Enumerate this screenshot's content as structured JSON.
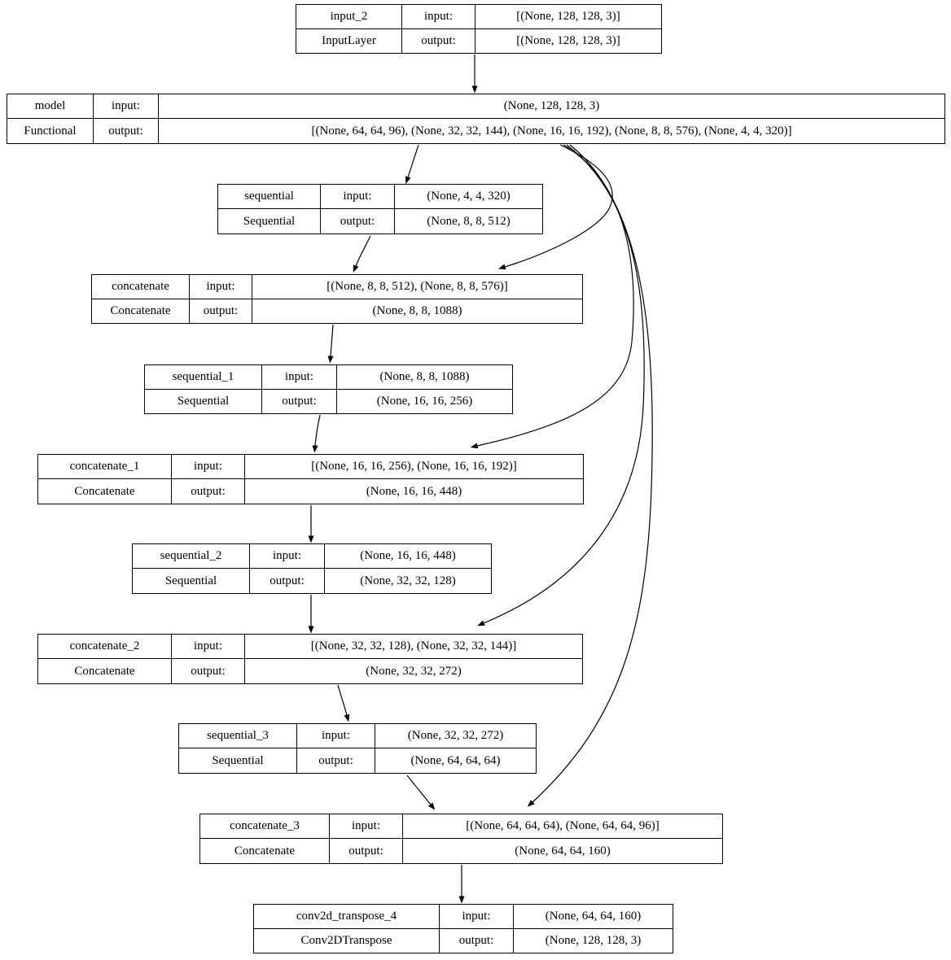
{
  "diagram": {
    "title": "keras-model-plot",
    "background_color": "#ffffff",
    "line_color": "#000000",
    "labels": {
      "input": "input:",
      "output": "output:"
    },
    "nodes": [
      {
        "name": "input_2",
        "type": "InputLayer",
        "input_label": "input:",
        "output_label": "output:",
        "input_shape": "[(None, 128, 128, 3)]",
        "output_shape": "[(None, 128, 128, 3)]"
      },
      {
        "name": "model",
        "type": "Functional",
        "input_label": "input:",
        "output_label": "output:",
        "input_shape": "(None, 128, 128, 3)",
        "output_shape": "[(None, 64, 64, 96), (None, 32, 32, 144), (None, 16, 16, 192), (None, 8, 8, 576), (None, 4, 4, 320)]"
      },
      {
        "name": "sequential",
        "type": "Sequential",
        "input_label": "input:",
        "output_label": "output:",
        "input_shape": "(None, 4, 4, 320)",
        "output_shape": "(None, 8, 8, 512)"
      },
      {
        "name": "concatenate",
        "type": "Concatenate",
        "input_label": "input:",
        "output_label": "output:",
        "input_shape": "[(None, 8, 8, 512), (None, 8, 8, 576)]",
        "output_shape": "(None, 8, 8, 1088)"
      },
      {
        "name": "sequential_1",
        "type": "Sequential",
        "input_label": "input:",
        "output_label": "output:",
        "input_shape": "(None, 8, 8, 1088)",
        "output_shape": "(None, 16, 16, 256)"
      },
      {
        "name": "concatenate_1",
        "type": "Concatenate",
        "input_label": "input:",
        "output_label": "output:",
        "input_shape": "[(None, 16, 16, 256), (None, 16, 16, 192)]",
        "output_shape": "(None, 16, 16, 448)"
      },
      {
        "name": "sequential_2",
        "type": "Sequential",
        "input_label": "input:",
        "output_label": "output:",
        "input_shape": "(None, 16, 16, 448)",
        "output_shape": "(None, 32, 32, 128)"
      },
      {
        "name": "concatenate_2",
        "type": "Concatenate",
        "input_label": "input:",
        "output_label": "output:",
        "input_shape": "[(None, 32, 32, 128), (None, 32, 32, 144)]",
        "output_shape": "(None, 32, 32, 272)"
      },
      {
        "name": "sequential_3",
        "type": "Sequential",
        "input_label": "input:",
        "output_label": "output:",
        "input_shape": "(None, 32, 32, 272)",
        "output_shape": "(None, 64, 64, 64)"
      },
      {
        "name": "concatenate_3",
        "type": "Concatenate",
        "input_label": "input:",
        "output_label": "output:",
        "input_shape": "[(None, 64, 64, 64), (None, 64, 64, 96)]",
        "output_shape": "(None, 64, 64, 160)"
      },
      {
        "name": "conv2d_transpose_4",
        "type": "Conv2DTranspose",
        "input_label": "input:",
        "output_label": "output:",
        "input_shape": "(None, 64, 64, 160)",
        "output_shape": "(None, 128, 128, 3)"
      }
    ],
    "edges": [
      {
        "from": "input_2",
        "to": "model"
      },
      {
        "from": "model",
        "to": "sequential"
      },
      {
        "from": "model",
        "to": "concatenate"
      },
      {
        "from": "model",
        "to": "concatenate_1"
      },
      {
        "from": "model",
        "to": "concatenate_2"
      },
      {
        "from": "model",
        "to": "concatenate_3"
      },
      {
        "from": "sequential",
        "to": "concatenate"
      },
      {
        "from": "concatenate",
        "to": "sequential_1"
      },
      {
        "from": "sequential_1",
        "to": "concatenate_1"
      },
      {
        "from": "concatenate_1",
        "to": "sequential_2"
      },
      {
        "from": "sequential_2",
        "to": "concatenate_2"
      },
      {
        "from": "concatenate_2",
        "to": "sequential_3"
      },
      {
        "from": "sequential_3",
        "to": "concatenate_3"
      },
      {
        "from": "concatenate_3",
        "to": "conv2d_transpose_4"
      }
    ]
  }
}
